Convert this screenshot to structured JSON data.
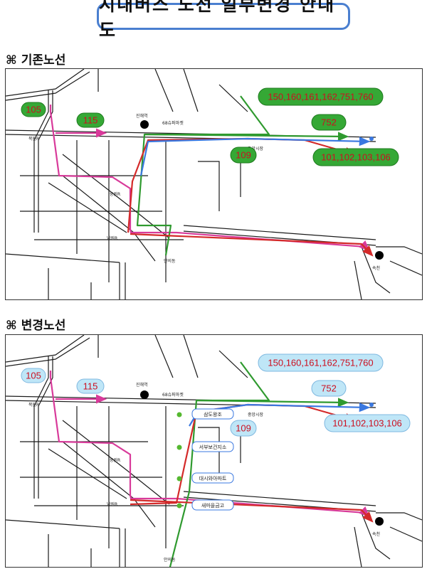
{
  "title": "시내버스 노선 일부변경 안내도",
  "sections": [
    {
      "heading": "기존노선",
      "symbol": "⌘",
      "badge_style": "green",
      "route_labels": {
        "r105": "105",
        "r115": "115",
        "r109": "109",
        "r150": "150,160,161,162,751,760",
        "r752": "752",
        "r101": "101,102,103,106"
      },
      "place_labels": {
        "jinhae": "진해역",
        "market": "중앙시장",
        "mart": "68슈퍼마켓",
        "bukbu": "북원R",
        "jungwon": "중원R",
        "nambu": "남원R",
        "anmin": "안의동",
        "sokcheon": "속천"
      }
    },
    {
      "heading": "변경노선",
      "symbol": "⌘",
      "badge_style": "blue",
      "route_labels": {
        "r105": "105",
        "r115": "115",
        "r109": "109",
        "r150": "150,160,161,162,751,760",
        "r752": "752",
        "r101": "101,102,103,106"
      },
      "place_labels": {
        "jinhae": "진해역",
        "market": "중앙시장",
        "mart": "68슈퍼마켓",
        "bukbu": "북원R",
        "jungwon": "중원R",
        "nambu": "남원R",
        "anmin": "안의동",
        "sokcheon": "속천"
      },
      "stops": [
        "삼도왕조",
        "서부보건지소",
        "대시와아파트",
        "새마을금고"
      ]
    }
  ],
  "colors": {
    "red": "#d42a2a",
    "green": "#2f9a2f",
    "blue": "#3a78e0",
    "magenta": "#d83a9a",
    "badge_green": "#35a835",
    "badge_blue": "#bfe6f7",
    "badge_text_red": "#cc1020"
  }
}
